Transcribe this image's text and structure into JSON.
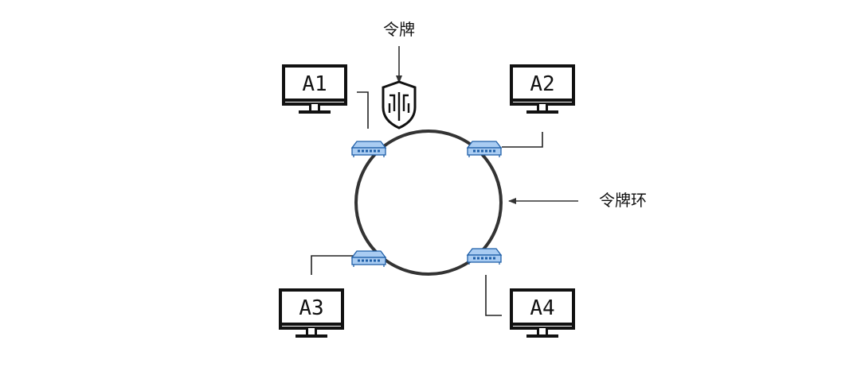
{
  "token_label": "令牌",
  "ring_label": "令牌环",
  "computers": [
    {
      "id": "A1"
    },
    {
      "id": "A2"
    },
    {
      "id": "A3"
    },
    {
      "id": "A4"
    }
  ],
  "colors": {
    "ring": "#333333",
    "line": "#222222",
    "switch_fill": "#a9ccf2",
    "switch_stroke": "#1f5fa8",
    "monitor": "#111111"
  },
  "icons": {
    "token": "shield-token-icon",
    "switch": "network-switch-icon",
    "computer": "monitor-icon"
  }
}
